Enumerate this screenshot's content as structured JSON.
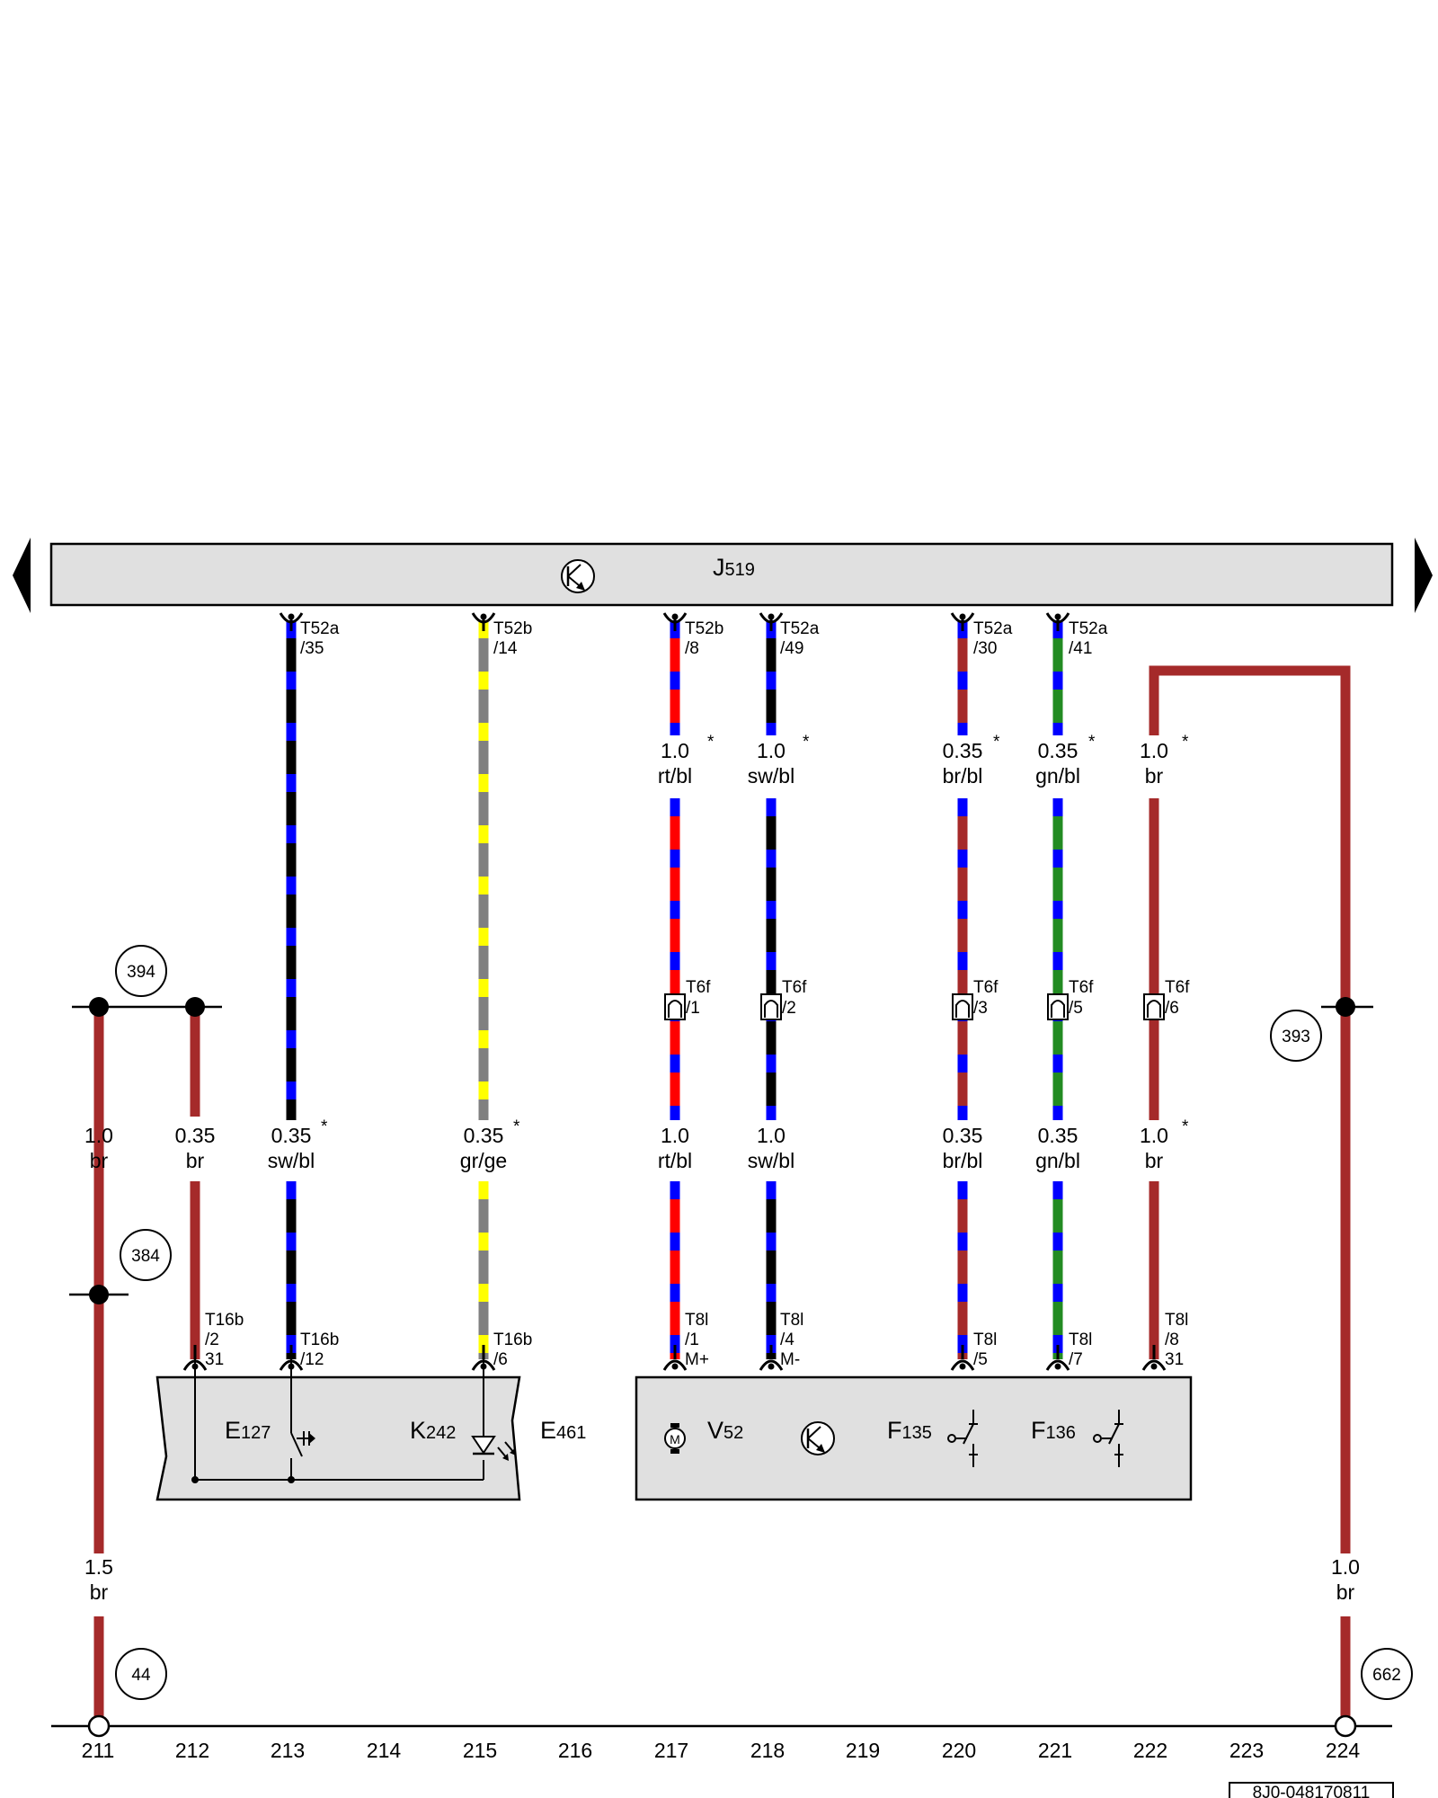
{
  "control_unit": {
    "label": "J",
    "sub": "519"
  },
  "wires": [
    {
      "id": "w211",
      "colors": [
        "#a52a2a"
      ],
      "gauge": "1.5",
      "color_code": "br"
    },
    {
      "id": "w212",
      "colors": [
        "#a52a2a"
      ]
    },
    {
      "id": "w213",
      "colors": [
        "#000000",
        "#0000ff"
      ],
      "terminal": [
        "T52a",
        "/35"
      ]
    },
    {
      "id": "w215",
      "colors": [
        "#808080",
        "#ffff00"
      ],
      "terminal": [
        "T52b",
        "/14"
      ]
    },
    {
      "id": "w217",
      "colors": [
        "#ff0000",
        "#0000ff"
      ],
      "terminal": [
        "T52b",
        "/8"
      ]
    },
    {
      "id": "w218",
      "colors": [
        "#000000",
        "#0000ff"
      ],
      "terminal": [
        "T52a",
        "/49"
      ]
    },
    {
      "id": "w220",
      "colors": [
        "#a52a2a",
        "#0000ff"
      ],
      "terminal": [
        "T52a",
        "/30"
      ]
    },
    {
      "id": "w221",
      "colors": [
        "#228b22",
        "#0000ff"
      ],
      "terminal": [
        "T52a",
        "/41"
      ]
    },
    {
      "id": "w222",
      "colors": [
        "#a52a2a"
      ]
    },
    {
      "id": "w224",
      "colors": [
        "#a52a2a"
      ],
      "gauge": "1.0",
      "color_code": "br"
    }
  ],
  "upper_labels": [
    {
      "gauge": "1.0",
      "color": "rt/bl",
      "star": "*"
    },
    {
      "gauge": "1.0",
      "color": "sw/bl",
      "star": "*"
    },
    {
      "gauge": "0.35",
      "color": "br/bl",
      "star": "*"
    },
    {
      "gauge": "0.35",
      "color": "gn/bl",
      "star": "*"
    },
    {
      "gauge": "1.0",
      "color": "br",
      "star": "*"
    }
  ],
  "lower_labels": [
    {
      "gauge": "1.0",
      "color": "br",
      "star": ""
    },
    {
      "gauge": "0.35",
      "color": "br",
      "star": ""
    },
    {
      "gauge": "0.35",
      "color": "sw/bl",
      "star": "*"
    },
    {
      "gauge": "0.35",
      "color": "gr/ge",
      "star": "*"
    },
    {
      "gauge": "1.0",
      "color": "rt/bl",
      "star": ""
    },
    {
      "gauge": "1.0",
      "color": "sw/bl",
      "star": ""
    },
    {
      "gauge": "0.35",
      "color": "br/bl",
      "star": ""
    },
    {
      "gauge": "0.35",
      "color": "gn/bl",
      "star": ""
    },
    {
      "gauge": "1.0",
      "color": "br",
      "star": "*"
    }
  ],
  "connectors_t6f": [
    {
      "name": "T6f",
      "pin": "/1"
    },
    {
      "name": "T6f",
      "pin": "/2"
    },
    {
      "name": "T6f",
      "pin": "/3"
    },
    {
      "name": "T6f",
      "pin": "/5"
    },
    {
      "name": "T6f",
      "pin": "/6"
    }
  ],
  "bottom_terminals": [
    [
      "T16b",
      "/2",
      "31"
    ],
    [
      "T16b",
      "/12"
    ],
    [
      "T16b",
      "/6"
    ],
    [
      "T8l",
      "/1",
      "M+"
    ],
    [
      "T8l",
      "/4",
      "M-"
    ],
    [
      "T8l",
      "/5"
    ],
    [
      "T8l",
      "/7"
    ],
    [
      "T8l",
      "/8",
      "31"
    ]
  ],
  "components": [
    {
      "letter": "E",
      "sub": "127"
    },
    {
      "letter": "K",
      "sub": "242"
    },
    {
      "letter": "E",
      "sub": "461"
    },
    {
      "letter": "V",
      "sub": "52"
    },
    {
      "letter": "F",
      "sub": "135"
    },
    {
      "letter": "F",
      "sub": "136"
    }
  ],
  "motor_symbol": "M",
  "references": [
    "394",
    "384",
    "393",
    "44",
    "662"
  ],
  "columns": [
    "211",
    "212",
    "213",
    "214",
    "215",
    "216",
    "217",
    "218",
    "219",
    "220",
    "221",
    "222",
    "223",
    "224"
  ],
  "diagram_code": "8J0-048170811"
}
